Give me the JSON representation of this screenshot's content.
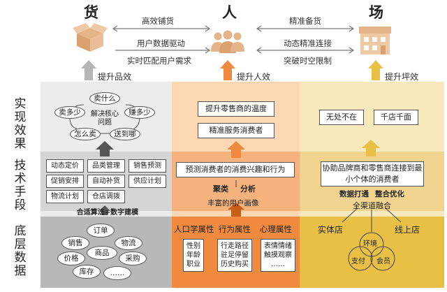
{
  "headers": {
    "goods": "货",
    "people": "人",
    "place": "场"
  },
  "top_arrows": {
    "goods_people": "高效铺货",
    "people_place": "精准备货",
    "data_drive": "用户数据驱动",
    "dynamic_connect": "动态精准连接",
    "realtime_match": "实时匹配用户需求",
    "break_limit": "突破时空限制"
  },
  "lifts": {
    "goods": "提升品效",
    "people": "提升人效",
    "place": "提升坪效"
  },
  "row_labels": {
    "effect": "实现效果",
    "tech": "技术手段",
    "data": "底层数据"
  },
  "goods": {
    "cycle": {
      "what": "卖什么",
      "how_much": "卖多少",
      "earn": "赚多少",
      "how_sell": "怎么卖",
      "where": "送到哪",
      "center": "解决核心问题"
    },
    "tech_tags": [
      "动态定价",
      "品类管理",
      "销售预测",
      "促销安排",
      "自动补货",
      "供应计划",
      "物流计划",
      "仓店调拨"
    ],
    "tech_caption": "合适算法+数字建模",
    "data_ovals": [
      "订单",
      "销售",
      "物流",
      "商品",
      "价格",
      "采购",
      "库存",
      "……"
    ]
  },
  "people": {
    "effect": [
      "提升零售商的温度",
      "精准服务消费者"
    ],
    "tech_box": "预测消费者的消费兴趣和行为",
    "cluster": "聚类",
    "analysis": "分析",
    "profile": "丰富的用户画像",
    "attrs": [
      {
        "title": "人口学属性",
        "items": [
          "性别",
          "年龄",
          "职业"
        ]
      },
      {
        "title": "行为属性",
        "items": [
          "行走路径",
          "驻足停留",
          "历史购买"
        ]
      },
      {
        "title": "心理属性",
        "items": [
          "表情情绪",
          "触摸观察",
          "……"
        ]
      }
    ]
  },
  "place": {
    "effect": [
      "无处不在",
      "千店千面"
    ],
    "tech_box": "协助品牌商和零售商连接到最小个体的消费者",
    "data_open": "数据打通",
    "integrate": "整合优化",
    "omni": "全渠道融合",
    "store": "实体店",
    "online": "线上店",
    "venn": [
      "环境",
      "支付",
      "会员"
    ]
  },
  "colors": {
    "gray": "#ececec",
    "orange": "#ef8a3f",
    "yellow": "#e9c046",
    "icon": "#e6b489"
  }
}
